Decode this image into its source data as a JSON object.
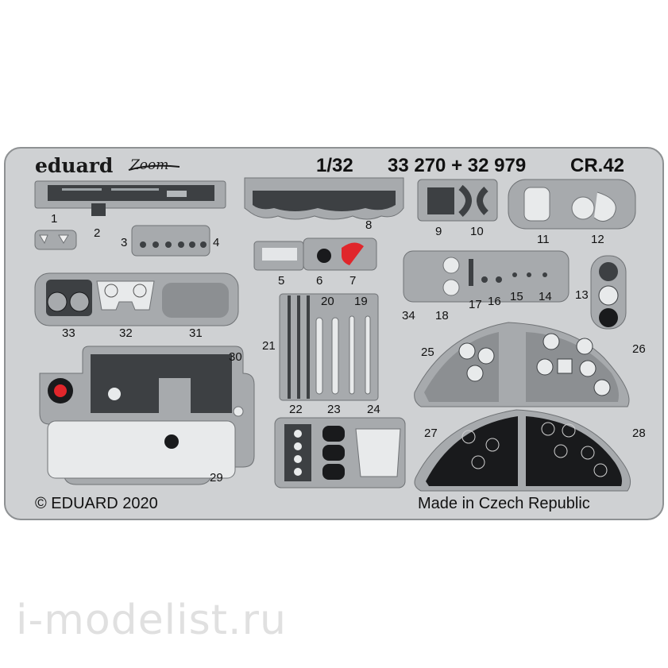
{
  "header": {
    "brand": "eduard",
    "sub_brand": "Zoom",
    "scale": "1/32",
    "set_numbers": "33 270 + 32 979",
    "model": "CR.42"
  },
  "footer": {
    "copyright": "© EDUARD 2020",
    "origin": "Made in Czech Republic"
  },
  "watermark": "i-modelist.ru",
  "part_numbers": [
    "1",
    "2",
    "3",
    "4",
    "5",
    "6",
    "7",
    "8",
    "9",
    "10",
    "11",
    "12",
    "13",
    "14",
    "15",
    "16",
    "17",
    "18",
    "19",
    "20",
    "21",
    "22",
    "23",
    "24",
    "25",
    "26",
    "27",
    "28",
    "29",
    "30",
    "31",
    "32",
    "33",
    "34"
  ],
  "colors": {
    "fret": "#cfd1d3",
    "part": "#a7aaad",
    "dark": "#3d4043",
    "black": "#191a1c",
    "accent_red": "#e0262b"
  }
}
